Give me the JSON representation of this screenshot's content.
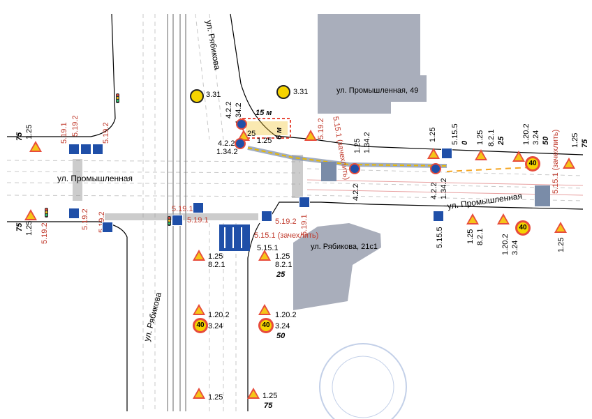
{
  "map": {
    "streets": {
      "promyshlennaya_w": "ул. Промышленная",
      "promyshlennaya_e": "ул. Промышленная",
      "ryabikova_n": "ул. Рябикова",
      "ryabikova_s": "ул. Рябикова"
    },
    "buildings": {
      "b49": "ул. Промышленная, 49",
      "b21": "ул. Рябикова, 21с1"
    },
    "work_zone": {
      "width": "15 м",
      "depth": "6 м"
    },
    "codes": {
      "c125": "1.25",
      "c5191": "5.19.1",
      "c5192": "5.19.2",
      "c331": "3.31",
      "c422": "4.2.2",
      "c1342": "1.34.2",
      "c25": "25",
      "c5151z": "5.15.1 (зачехлить)",
      "c5151": "5.15.1",
      "c5155": "5.15.5",
      "c821": "8.2.1",
      "c1202": "1.20.2",
      "c324": "3.24",
      "n75": "75",
      "n25": "25",
      "n50": "50",
      "n0": "0"
    },
    "colors": {
      "road": "#ffffff",
      "building": "#a9aebb",
      "edge": "#000000",
      "marking": "#bbbbbb",
      "sign_red": "#c0392b",
      "sign_blue": "#1f4fa8"
    }
  }
}
